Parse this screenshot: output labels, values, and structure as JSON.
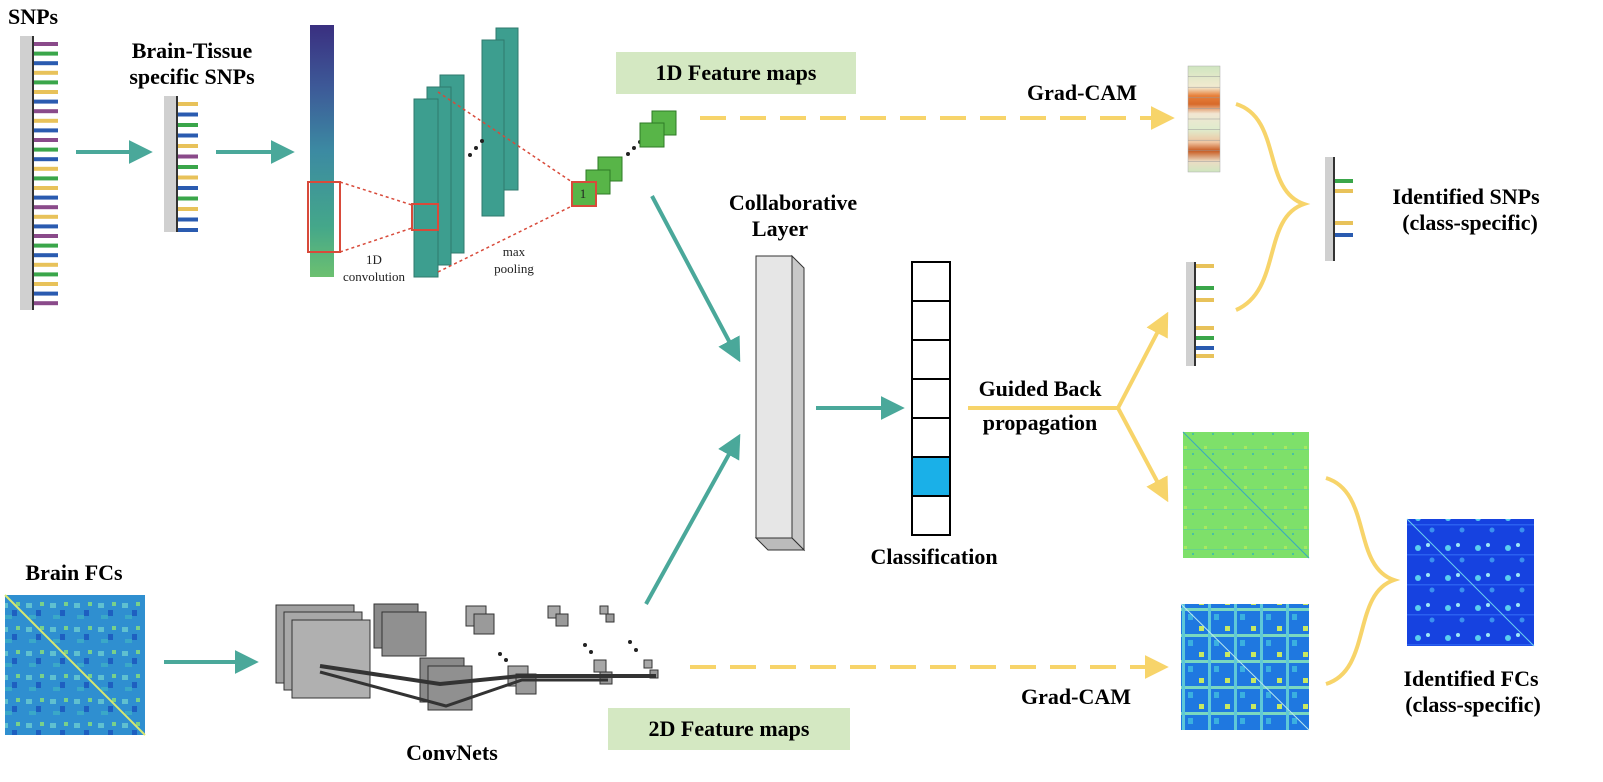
{
  "labels": {
    "snps": "SNPs",
    "brain_tissue_line1": "Brain-Tissue",
    "brain_tissue_line2": "specific SNPs",
    "conv_1d_line1": "1D",
    "conv_1d_line2": "convolution",
    "max_pool_line1": "max",
    "max_pool_line2": "pooling",
    "feature_maps_1d": "1D Feature maps",
    "feature_map_index": "1",
    "grad_cam_top": "Grad-CAM",
    "collab_line1": "Collaborative",
    "collab_line2": "Layer",
    "classification": "Classification",
    "guided_line1": "Guided Back",
    "guided_line2": "propagation",
    "identified_snps_line1": "Identified SNPs",
    "identified_snps_line2": "(class-specific)",
    "brain_fcs": "Brain FCs",
    "convnets": "ConvNets",
    "feature_maps_2d": "2D Feature maps",
    "grad_cam_bottom": "Grad-CAM",
    "identified_fcs_line1": "Identified FCs",
    "identified_fcs_line2": "(class-specific)"
  },
  "colors": {
    "teal_arrow": "#4aa89a",
    "yellow_arrow": "#f7d46a",
    "feature_box": "#d4e8c2",
    "conv_block": "#3d9e8f",
    "green_map": "#58b548",
    "class_highlight": "#1ab0e8",
    "snp_yellow": "#e8c25a",
    "snp_blue": "#2a5bb0",
    "snp_green": "#3aa64a",
    "snp_purple": "#8a4a8a"
  },
  "icons": {
    "snp_strip": "snp-strip-icon",
    "heatmap": "heatmap-icon"
  },
  "classification": {
    "cells": 7,
    "highlighted_index": 5
  }
}
